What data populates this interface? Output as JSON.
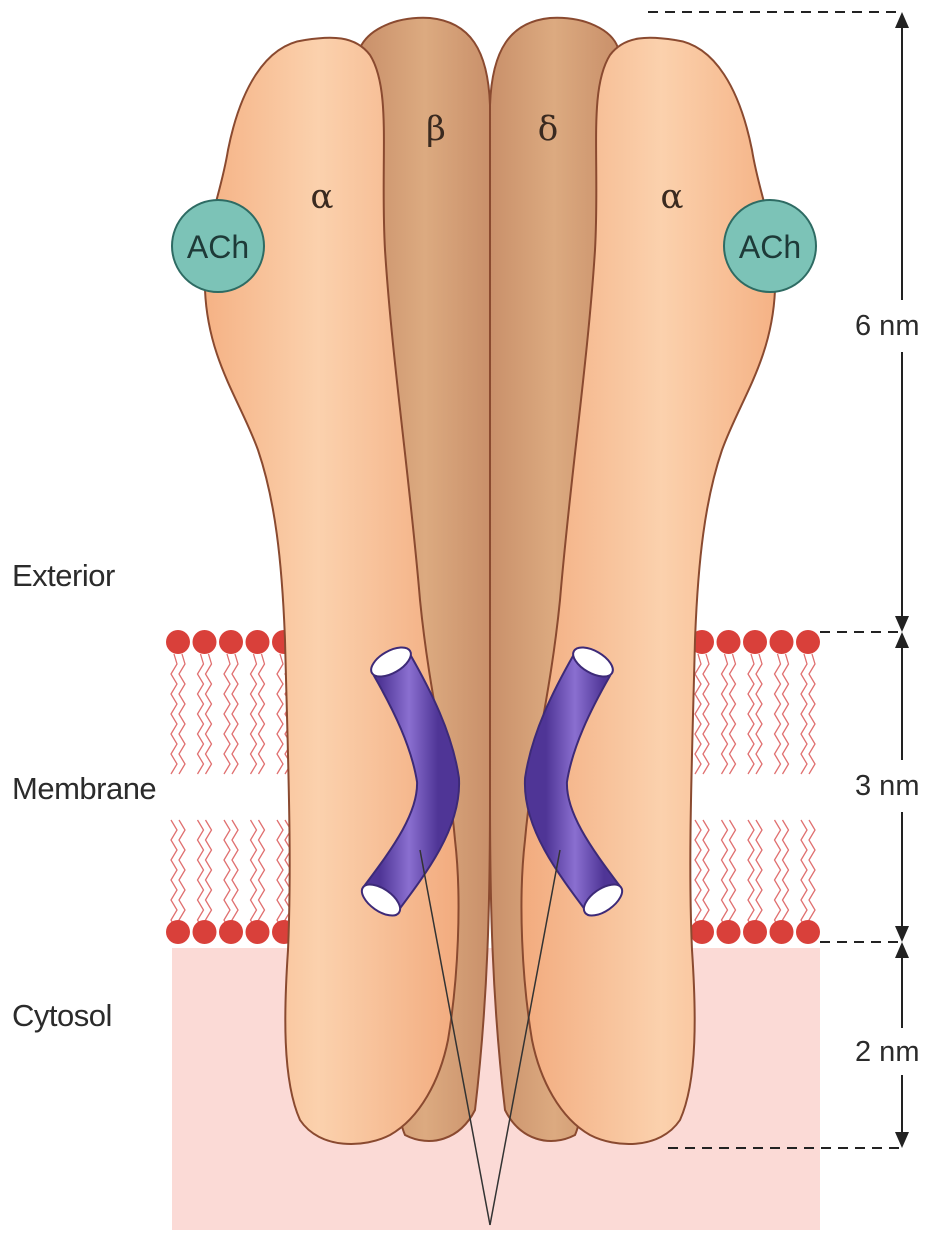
{
  "regions": {
    "exterior": "Exterior",
    "membrane": "Membrane",
    "cytosol": "Cytosol"
  },
  "dimensions": {
    "top": "6 nm",
    "middle": "3 nm",
    "bottom": "2 nm"
  },
  "subunits": {
    "alpha_left": "α",
    "beta": "β",
    "delta": "δ",
    "alpha_right": "α"
  },
  "ligands": {
    "left": "ACh",
    "right": "ACh"
  },
  "colors": {
    "alpha_subunit": "#f6b98a",
    "inner_subunit": "#d9a377",
    "outline": "#8a4a30",
    "ach": "#7cc3b7",
    "helix": "#6a4fb5",
    "lipid_head": "#d9403a",
    "lipid_tail": "#e07070",
    "cytosol": "#fbdad6"
  }
}
